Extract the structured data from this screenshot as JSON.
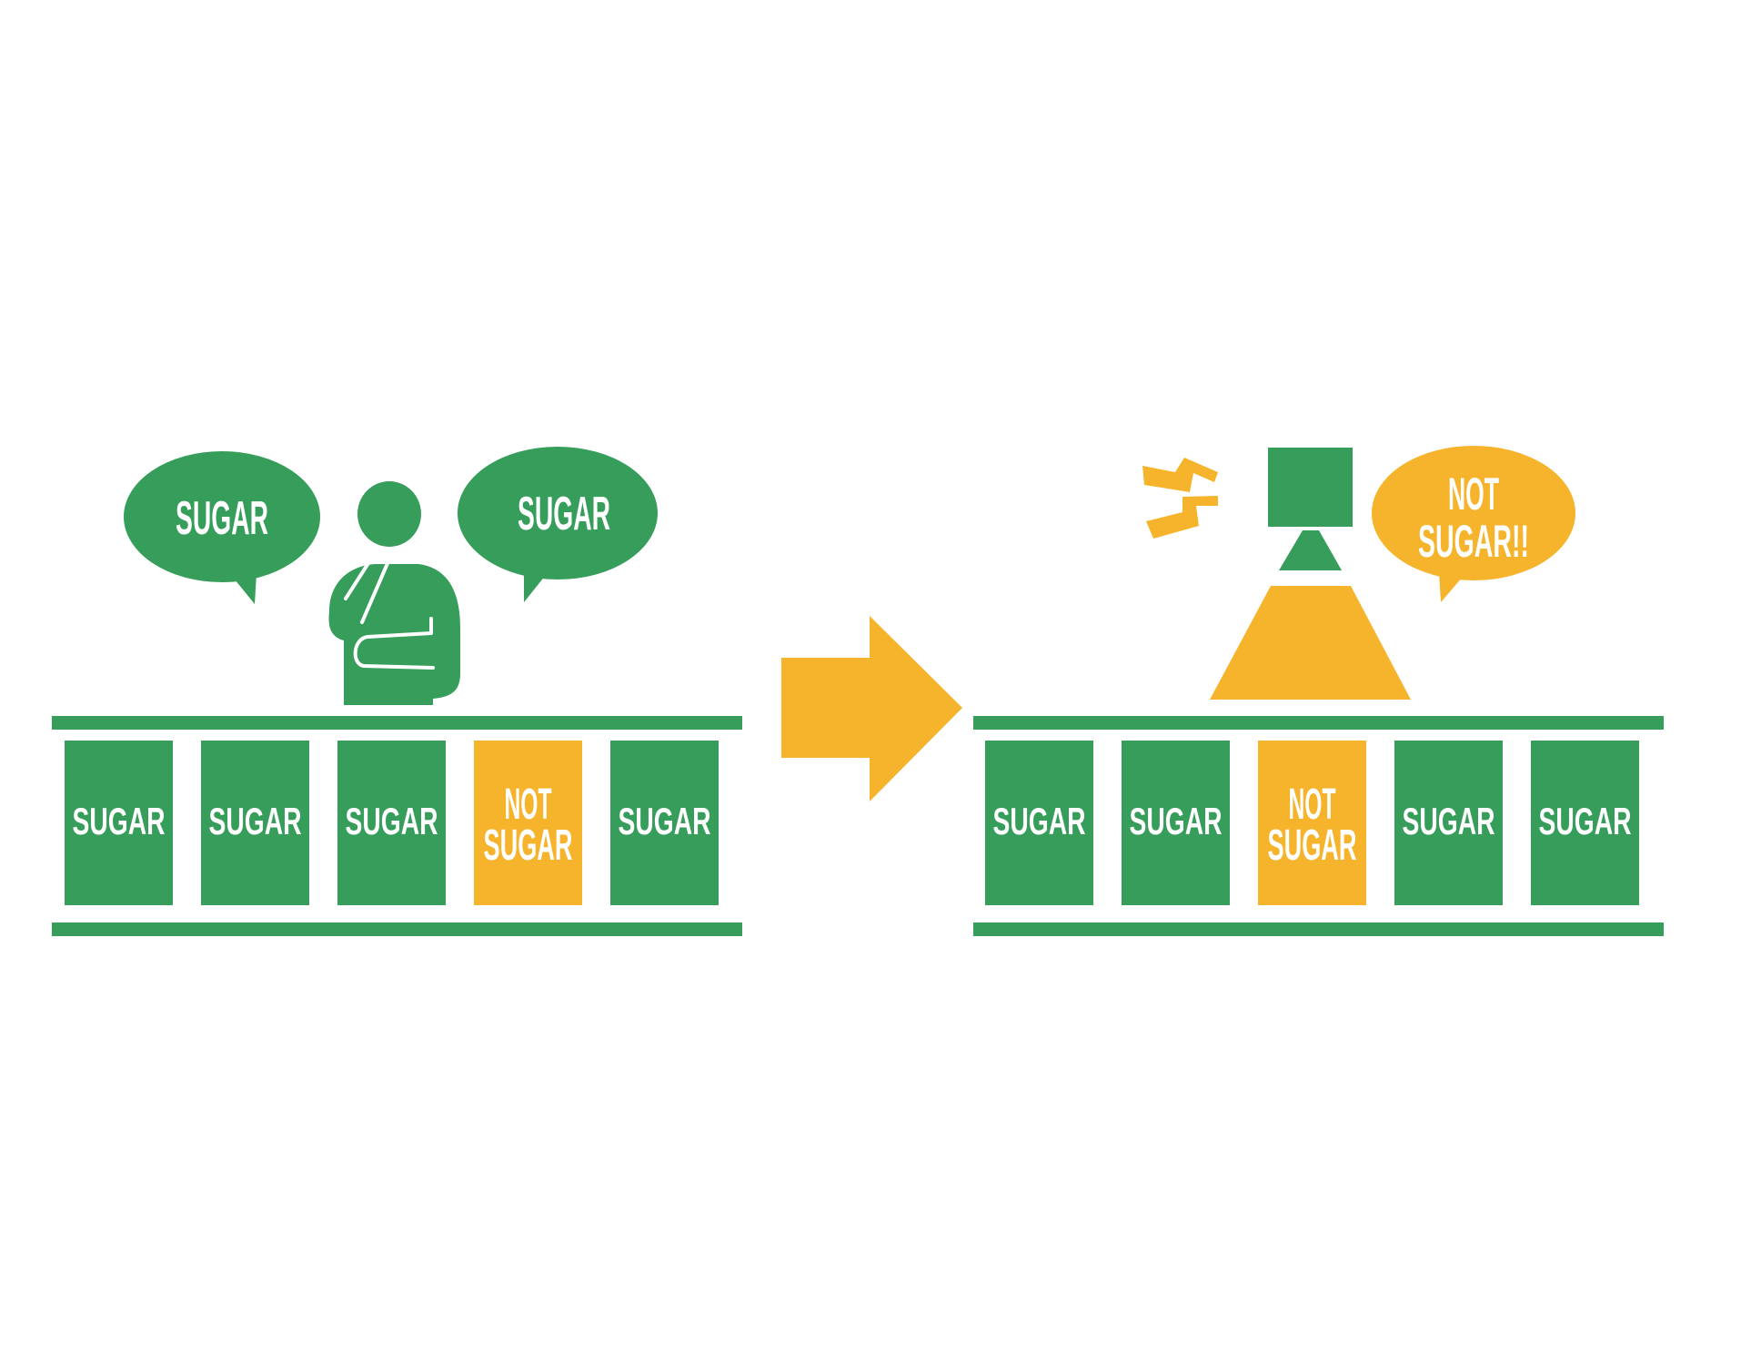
{
  "colors": {
    "green": "#369E5A",
    "orange": "#F6B42D",
    "background": "#FFFFFF",
    "text": "#FFFFFF"
  },
  "left_panel": {
    "bubbles": [
      {
        "text": "SUGAR",
        "color": "green"
      },
      {
        "text": "SUGAR",
        "color": "green"
      }
    ],
    "figure": "thinking-person-icon",
    "conveyor_items": [
      {
        "lines": [
          "SUGAR"
        ],
        "color": "green"
      },
      {
        "lines": [
          "SUGAR"
        ],
        "color": "green"
      },
      {
        "lines": [
          "SUGAR"
        ],
        "color": "green"
      },
      {
        "lines": [
          "NOT",
          "SUGAR"
        ],
        "color": "orange"
      },
      {
        "lines": [
          "SUGAR"
        ],
        "color": "green"
      }
    ]
  },
  "transition": {
    "icon": "right-arrow-icon",
    "color": "orange"
  },
  "right_panel": {
    "bubble": {
      "lines": [
        "NOT",
        "SUGAR!!"
      ],
      "color": "orange"
    },
    "detector": "scanner-icon",
    "alert": "lightning-alert-icon",
    "conveyor_items": [
      {
        "lines": [
          "SUGAR"
        ],
        "color": "green"
      },
      {
        "lines": [
          "SUGAR"
        ],
        "color": "green"
      },
      {
        "lines": [
          "NOT",
          "SUGAR"
        ],
        "color": "orange"
      },
      {
        "lines": [
          "SUGAR"
        ],
        "color": "green"
      },
      {
        "lines": [
          "SUGAR"
        ],
        "color": "green"
      }
    ]
  }
}
